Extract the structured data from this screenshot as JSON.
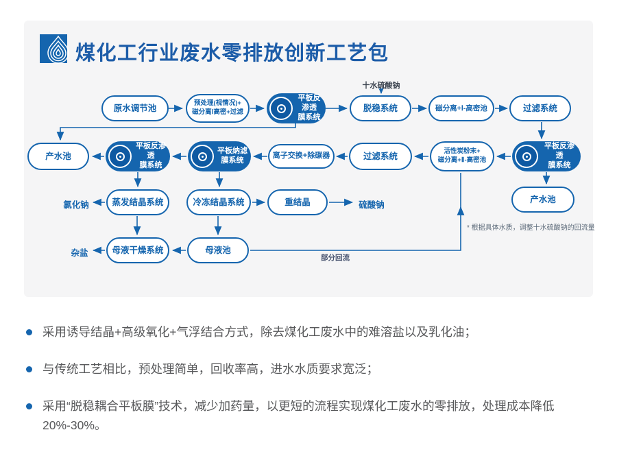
{
  "header": {
    "title": "煤化工行业废水零排放创新工艺包"
  },
  "diagram": {
    "nodes": {
      "raw_water_pond": "原水调节池",
      "pretreatment": {
        "line1": "预处理(视情况)+",
        "line2": "磁分离Ⅰ高密+过滤"
      },
      "flat_ro_1": {
        "line1": "平板反渗透",
        "line2": "膜系统"
      },
      "destabilization": "脱稳系统",
      "mag_sep_1": "磁分离+Ⅰ-高密池",
      "filter_1": "过滤系统",
      "product_pond_1": "产水池",
      "flat_ro_2": {
        "line1": "平板反渗透",
        "line2": "膜系统"
      },
      "flat_nf": {
        "line1": "平板纳滤",
        "line2": "膜系统"
      },
      "ion_exchange": "离子交换+除碳器",
      "filter_2": "过滤系统",
      "activated_carbon": {
        "line1": "活性炭粉末+",
        "line2": "磁分离+Ⅱ-高密池"
      },
      "flat_ro_3": {
        "line1": "平板反渗透",
        "line2": "膜系统"
      },
      "product_pond_2": "产水池",
      "evaporation_cryst": "蒸发结晶系统",
      "freezing_cryst": "冷冻结晶系统",
      "recrystallization": "重结晶",
      "mother_liquor_drying": "母液干燥系统",
      "mother_liquor_pond": "母液池"
    },
    "labels": {
      "sodium_sulfate_feed": "十水硫酸钠",
      "sodium_chloride": "氯化钠",
      "sodium_sulfate": "硫酸钠",
      "mixed_salt": "杂盐",
      "partial_recycle": "部分回流",
      "note": "* 根据具体水质，调整十水硫酸钠的回流量"
    },
    "colors": {
      "primary_blue": "#1565ae",
      "title_blue": "#1c5ca8",
      "card_background": "#f5f5f6"
    }
  },
  "bullets": [
    "采用诱导结晶+高级氧化+气浮结合方式，除去煤化工废水中的难溶盐以及乳化油；",
    "与传统工艺相比，预处理简单，回收率高，进水水质要求宽泛；",
    "采用“脱稳耦合平板膜”技术，减少加药量，以更短的流程实现煤化工废水的零排放，处理成本降低20%-30%。"
  ]
}
